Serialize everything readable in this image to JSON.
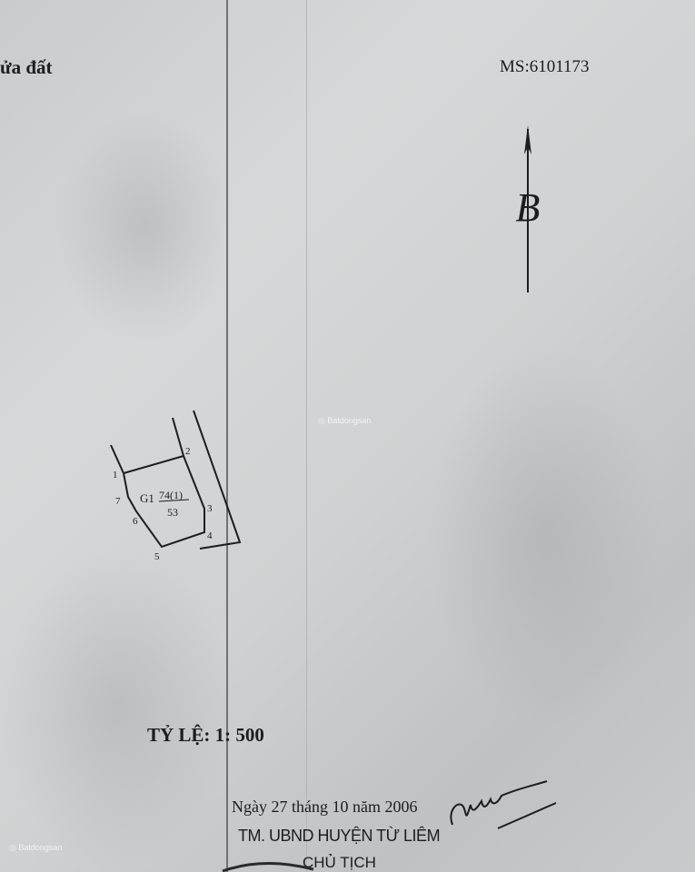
{
  "header": {
    "title_fragment": "ửa đất",
    "serial": "MS:6101173"
  },
  "north_arrow": {
    "letter": "B"
  },
  "plot_sketch": {
    "parcel_label": "G1",
    "parcel_number": "74(1)",
    "area": "53",
    "points": [
      "1",
      "2",
      "3",
      "4",
      "5",
      "6",
      "7"
    ]
  },
  "scale": {
    "label": "TỶ LỆ: 1: 500"
  },
  "signature_block": {
    "date": "Ngày 27 tháng 10 năm 2006",
    "authority": "TM. UBND HUYỆN TỪ LIÊM",
    "title": "CHỦ TỊCH"
  },
  "watermark": {
    "brand": "Batdongsan"
  }
}
